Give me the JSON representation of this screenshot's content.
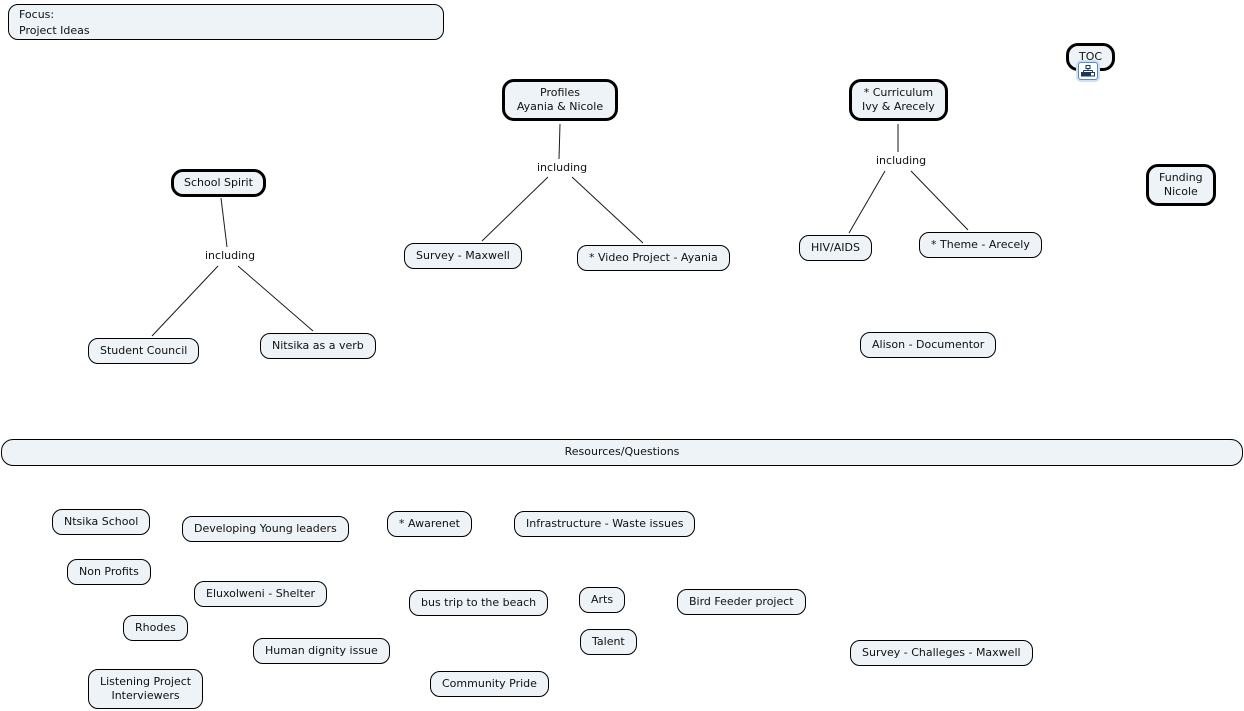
{
  "focus_box": {
    "line1": "Focus:",
    "line2": "Project Ideas"
  },
  "colors": {
    "background": "#ffffff",
    "node_fill": "#edf3f6",
    "node_border": "#000000",
    "link_line": "#1a1a1a",
    "resource_icon_border": "#5b87d0",
    "resource_icon_glyph": "#1a3560"
  },
  "concepts": {
    "toc": "TOC",
    "profiles_line1": "Profiles",
    "profiles_line2": "Ayania & Nicole",
    "curriculum_line1": "* Curriculum",
    "curriculum_line2": "Ivy & Arecely",
    "funding_line1": "Funding",
    "funding_line2": "Nicole",
    "school_spirit": "School Spirit",
    "survey_maxwell": "Survey - Maxwell",
    "video_project": "* Video Project - Ayania",
    "hiv_aids": "HIV/AIDS",
    "theme_arecely": "* Theme - Arecely",
    "student_council": "Student Council",
    "nitsika_verb": "Nitsika as a verb",
    "alison_documentor": "Alison - Documentor",
    "resources_questions": "Resources/Questions",
    "ntsika_school": "Ntsika School",
    "developing_leaders": "Developing Young leaders",
    "awarenet": "* Awarenet",
    "infrastructure_waste": "Infrastructure - Waste issues",
    "non_profits": "Non Profits",
    "eluxolweni_shelter": "Eluxolweni - Shelter",
    "bus_trip_beach": "bus trip to the beach",
    "arts": "Arts",
    "bird_feeder": "Bird Feeder project",
    "rhodes": "Rhodes",
    "human_dignity": "Human dignity issue",
    "talent": "Talent",
    "survey_challeges": "Survey - Challeges - Maxwell",
    "listening_line1": "Listening Project",
    "listening_line2": "Interviewers",
    "community_pride": "Community Pride"
  },
  "linking_phrases": {
    "school_spirit_including": "including",
    "profiles_including": "including",
    "curriculum_including": "including"
  },
  "icons": {
    "toc_resource": "concept-map-resource-icon"
  }
}
